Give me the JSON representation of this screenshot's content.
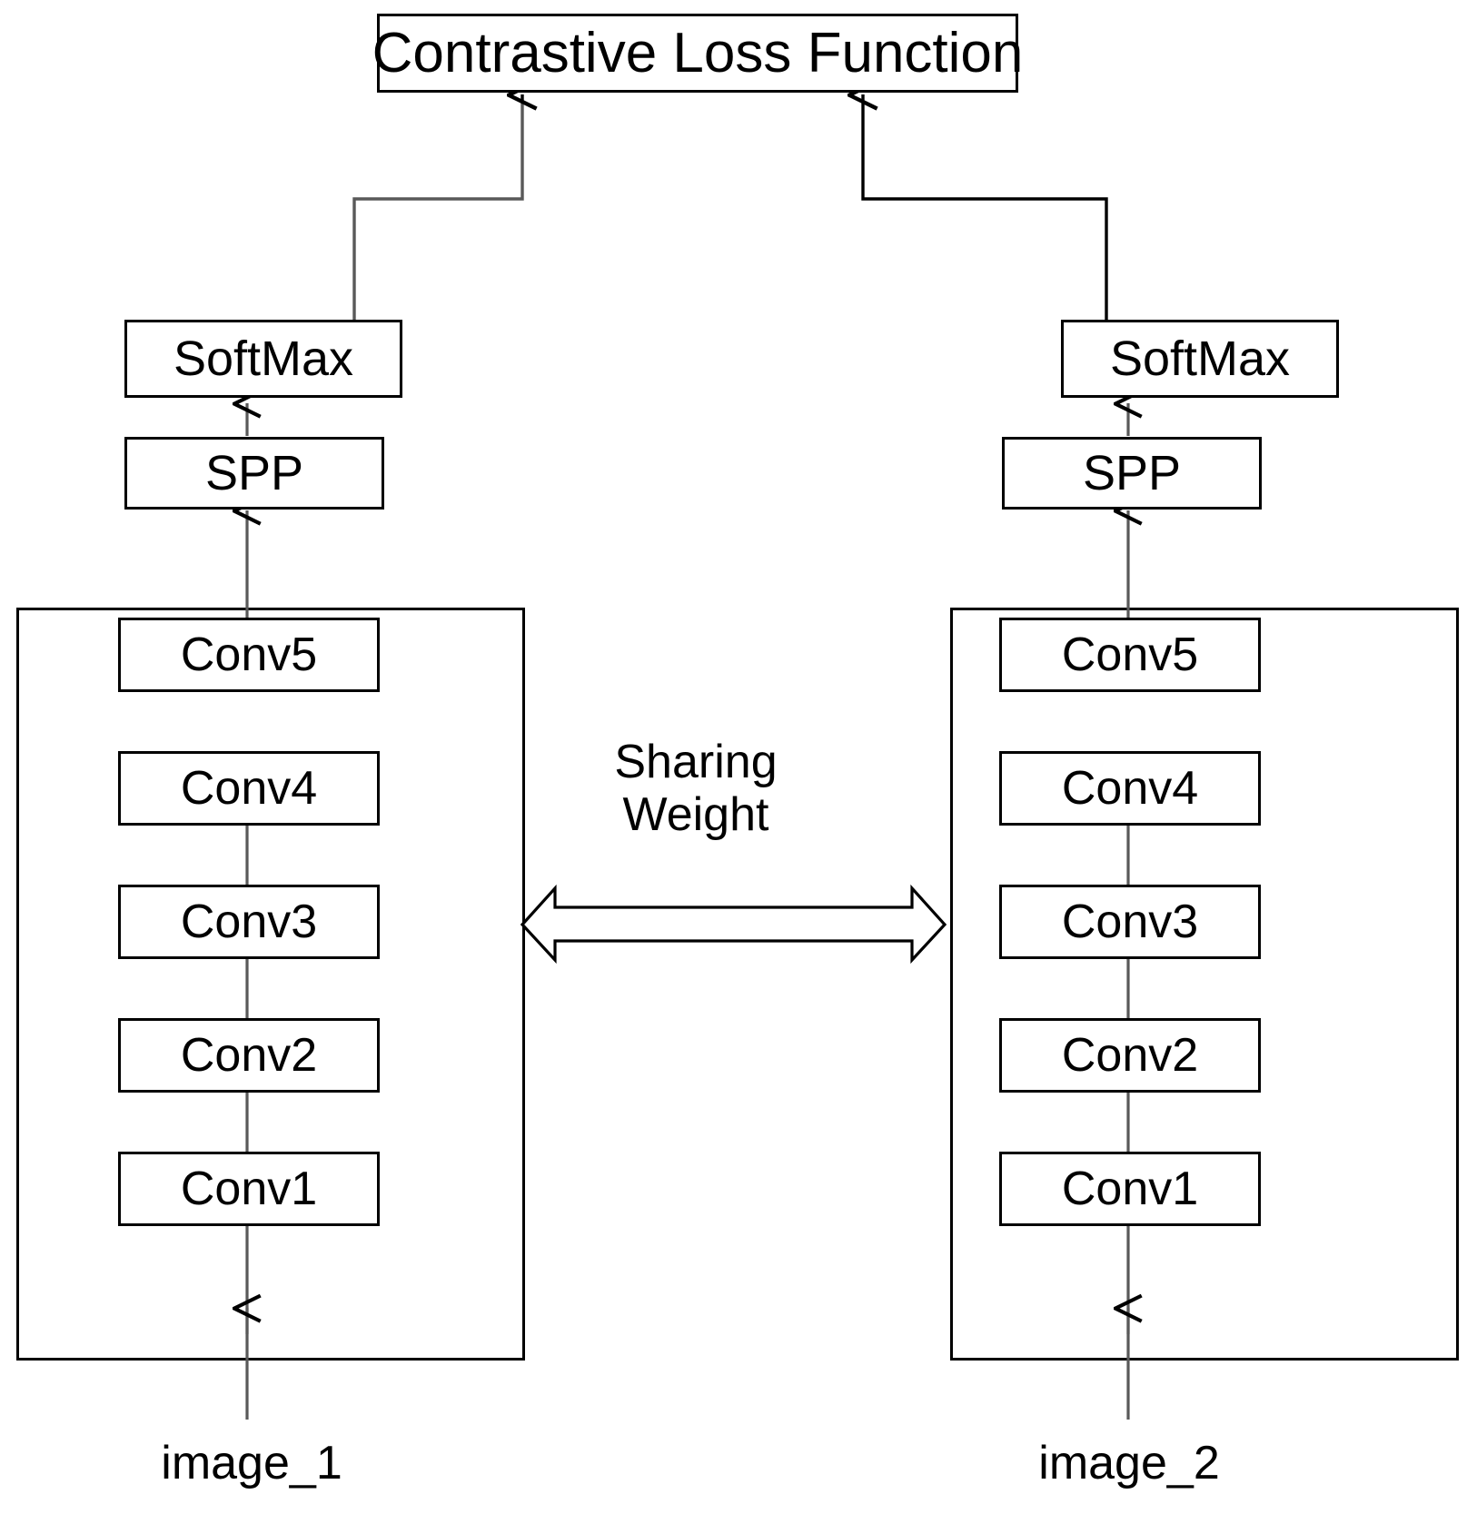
{
  "diagram": {
    "title_box": {
      "label": "Contrastive Loss Function"
    },
    "shared_label": {
      "line1": "Sharing",
      "line2": "Weight"
    },
    "branches": [
      {
        "id": "left",
        "input_label": "image_1",
        "softmax_label": "SoftMax",
        "spp_label": "SPP",
        "conv_layers": [
          "Conv5",
          "Conv4",
          "Conv3",
          "Conv2",
          "Conv1"
        ]
      },
      {
        "id": "right",
        "input_label": "image_2",
        "softmax_label": "SoftMax",
        "spp_label": "SPP",
        "conv_layers": [
          "Conv5",
          "Conv4",
          "Conv3",
          "Conv2",
          "Conv1"
        ]
      }
    ],
    "colors": {
      "stroke": "#000000",
      "background": "#ffffff",
      "text": "#000000"
    }
  }
}
